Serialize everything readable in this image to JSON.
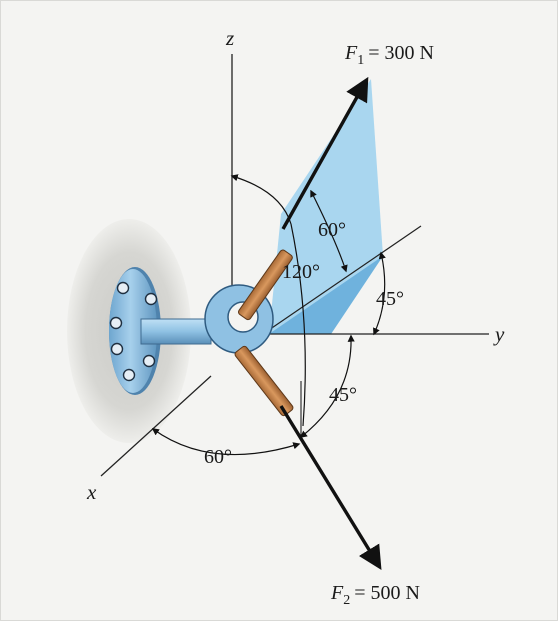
{
  "axes": {
    "x": "x",
    "y": "y",
    "z": "z"
  },
  "forces": {
    "f1": {
      "symbol": "F",
      "subscript": "1",
      "value": "= 300 N"
    },
    "f2": {
      "symbol": "F",
      "subscript": "2",
      "value": "= 500 N"
    }
  },
  "angles": {
    "f1_plane": "60°",
    "f1_from_z": "120°",
    "plane_from_y": "45°",
    "f2_below_y": "45°",
    "f2_from_x": "60°"
  },
  "colors": {
    "plane_fill": "#a9d6ef",
    "plane_shade": "#6fb2dd",
    "hardware_blue": "#8fc1e3",
    "rod_brown": "#c7864e",
    "wall_shadow": "#cfcfcb"
  }
}
